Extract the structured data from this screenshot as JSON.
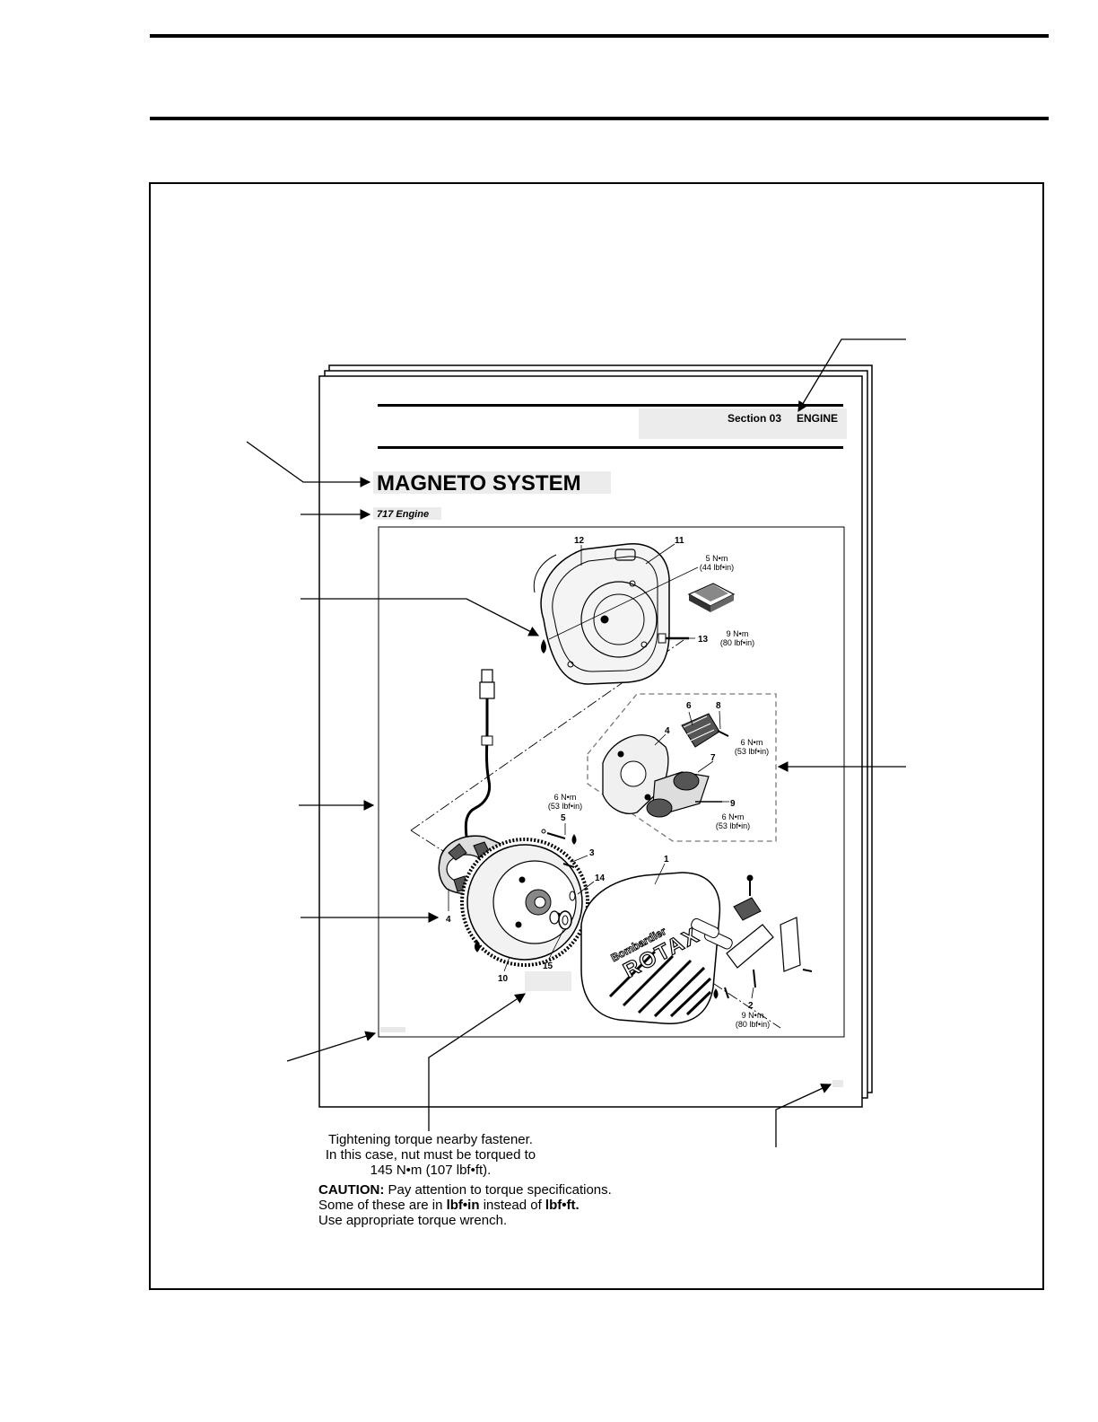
{
  "page_header": {
    "section": "Section 03",
    "section_name": "ENGINE"
  },
  "title": "MAGNETO SYSTEM",
  "subtitle": "717 Engine",
  "callouts": {
    "n1": "1",
    "n2": "2",
    "n3": "3",
    "n4": "4",
    "n4b": "4",
    "n5": "5",
    "n6": "6",
    "n7": "7",
    "n8": "8",
    "n9": "9",
    "n10": "10",
    "n11": "11",
    "n12": "12",
    "n13": "13",
    "n14": "14",
    "n15": "15"
  },
  "torques": {
    "t11_nm": "5 N•m",
    "t11_lbf": "(44 lbf•in)",
    "t13_nm": "9 N•m",
    "t13_lbf": "(80 lbf•in)",
    "t8_nm": "6 N•m",
    "t8_lbf": "(53 lbf•in)",
    "t9_nm": "6 N•m",
    "t9_lbf": "(53 lbf•in)",
    "t5_nm": "6 N•m",
    "t5_lbf": "(53 lbf•in)",
    "t2_nm": "9 N•m",
    "t2_lbf": "(80 lbf•in)"
  },
  "cover_logo": {
    "line1": "Bombardier",
    "line2": "ROTAX"
  },
  "note": {
    "line1": "Tightening torque nearby fastener.",
    "line2": "In this case, nut must be torqued to",
    "line3": "145 N•m (107 lbf•ft)."
  },
  "caution": {
    "label": "CAUTION:",
    "line1": "Pay attention to torque specifications.",
    "line2_a": "Some of these are in",
    "line2_b": "lbf•in",
    "line2_c": "instead of",
    "line2_d": "lbf•ft.",
    "line3": "Use appropriate torque wrench."
  }
}
